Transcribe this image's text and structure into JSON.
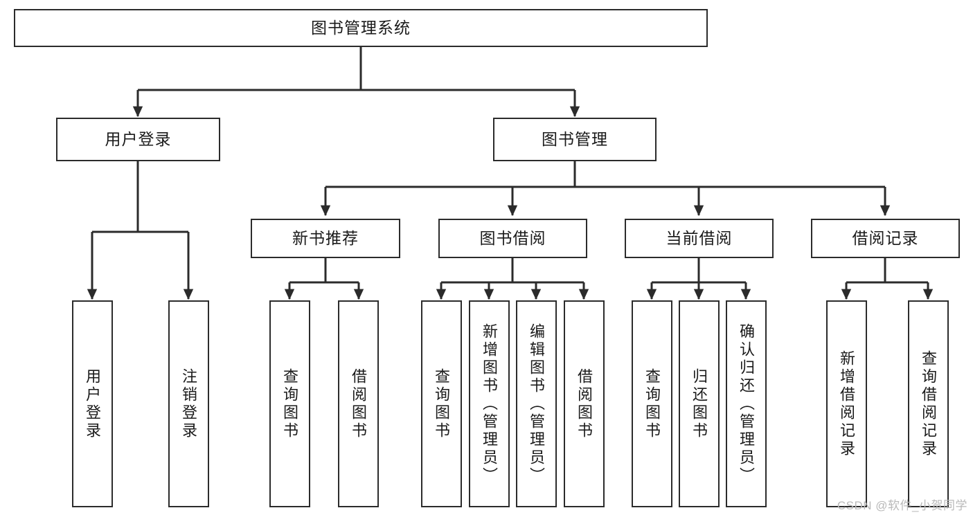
{
  "diagram": {
    "type": "tree",
    "title": "图书管理系统",
    "stroke_color": "#2b2b2b",
    "background_color": "#ffffff",
    "text_color": "#1a1a1a",
    "root": {
      "id": "root",
      "label": "图书管理系统"
    },
    "level1": [
      {
        "id": "user-login",
        "label": "用户登录"
      },
      {
        "id": "book-manage",
        "label": "图书管理"
      }
    ],
    "level2": [
      {
        "id": "new-book-recommend",
        "label": "新书推荐",
        "parent": "book-manage"
      },
      {
        "id": "book-borrow",
        "label": "图书借阅",
        "parent": "book-manage"
      },
      {
        "id": "current-borrow",
        "label": "当前借阅",
        "parent": "book-manage"
      },
      {
        "id": "borrow-record",
        "label": "借阅记录",
        "parent": "book-manage"
      }
    ],
    "leaves": [
      {
        "id": "leaf-user-login",
        "label": "用户登录",
        "parent": "user-login"
      },
      {
        "id": "leaf-user-logout",
        "label": "注销登录",
        "parent": "user-login"
      },
      {
        "id": "leaf-rec-query-book",
        "label": "查询图书",
        "parent": "new-book-recommend"
      },
      {
        "id": "leaf-rec-borrow-book",
        "label": "借阅图书",
        "parent": "new-book-recommend"
      },
      {
        "id": "leaf-borrow-query-book",
        "label": "查询图书",
        "parent": "book-borrow"
      },
      {
        "id": "leaf-borrow-add-book",
        "label": "新增图书（管理员）",
        "parent": "book-borrow"
      },
      {
        "id": "leaf-borrow-edit-book",
        "label": "编辑图书（管理员）",
        "parent": "book-borrow"
      },
      {
        "id": "leaf-borrow-borrow-book",
        "label": "借阅图书",
        "parent": "book-borrow"
      },
      {
        "id": "leaf-current-query-book",
        "label": "查询图书",
        "parent": "current-borrow"
      },
      {
        "id": "leaf-current-return-book",
        "label": "归还图书",
        "parent": "current-borrow"
      },
      {
        "id": "leaf-current-confirm-return",
        "label": "确认归还（管理员）",
        "parent": "current-borrow"
      },
      {
        "id": "leaf-record-add",
        "label": "新增借阅记录",
        "parent": "borrow-record"
      },
      {
        "id": "leaf-record-query",
        "label": "查询借阅记录",
        "parent": "borrow-record"
      }
    ]
  },
  "watermark": {
    "text": "CSDN @软件_小贺同学"
  }
}
